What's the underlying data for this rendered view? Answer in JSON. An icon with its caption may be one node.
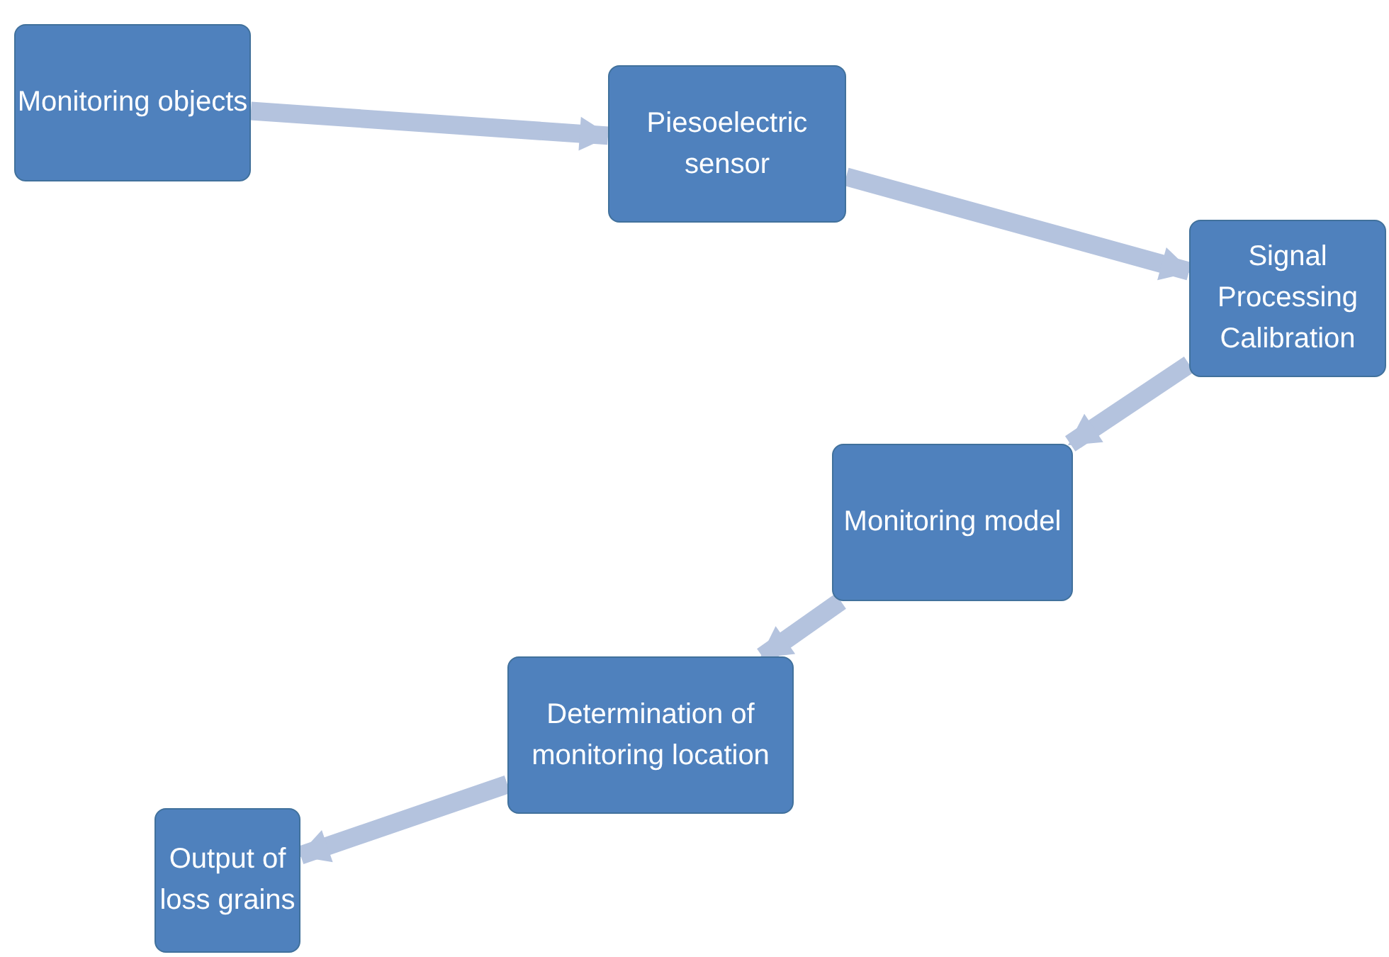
{
  "diagram": {
    "nodes": [
      {
        "text": [
          "Monitoring objects"
        ]
      },
      {
        "text": [
          "Piesoelectric sensor"
        ]
      },
      {
        "text": [
          "Signal Processing Calibration"
        ]
      },
      {
        "text": [
          "Monitoring model"
        ]
      },
      {
        "text": [
          "Determination of monitoring location"
        ]
      },
      {
        "text": [
          "Output of loss grains"
        ]
      }
    ],
    "edges": [
      {
        "from": 0,
        "to": 1,
        "arrow": "to"
      },
      {
        "from": 1,
        "to": 2,
        "arrow": "to"
      },
      {
        "from": 2,
        "to": 3,
        "arrow": "to"
      },
      {
        "from": 3,
        "to": 4,
        "arrow": "to"
      },
      {
        "from": 4,
        "to": 5,
        "arrow": "to"
      }
    ]
  }
}
